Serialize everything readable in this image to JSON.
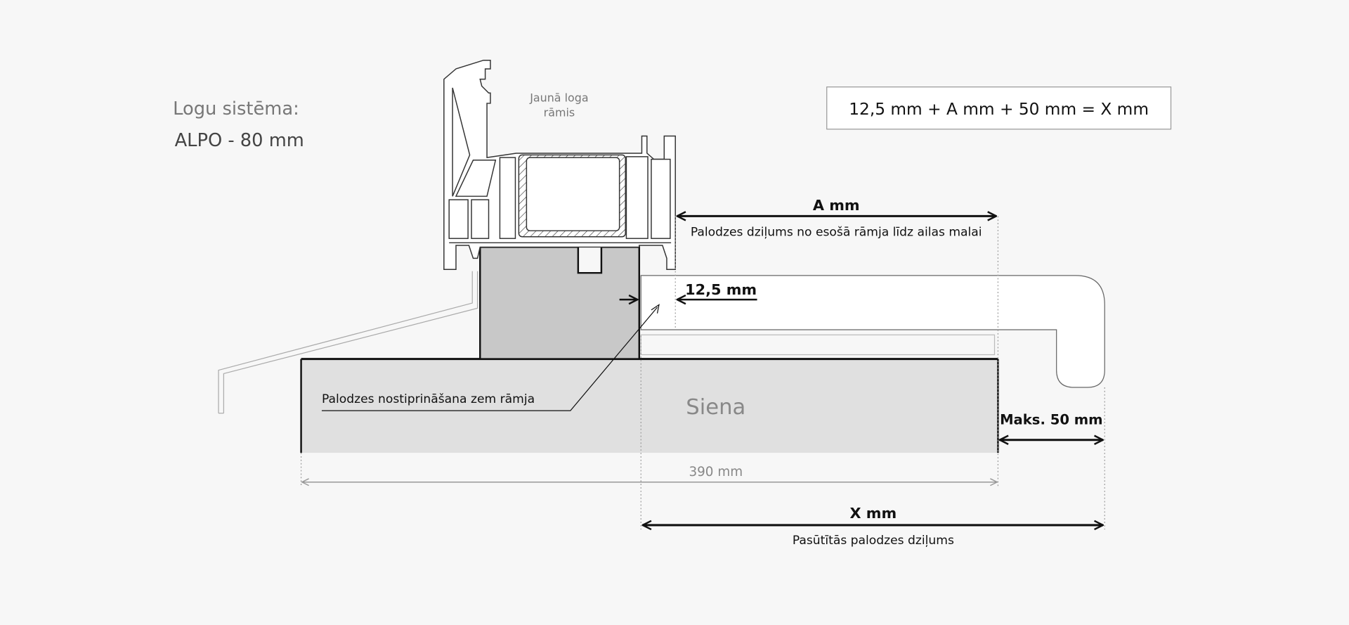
{
  "window_system": {
    "label": "Logu sistēma:",
    "value": "ALPO - 80 mm"
  },
  "formula": "12,5 mm + A mm + 50 mm = X mm",
  "frame_label": [
    "Jaunā loga",
    "rāmis"
  ],
  "dimensions": {
    "a": {
      "label": "A mm",
      "caption": "Palodzes dziļums no esošā rāmja līdz ailas malai"
    },
    "offset": {
      "label": "12,5 mm"
    },
    "wall_depth": {
      "label": "390 mm"
    },
    "overhang": {
      "label": "Maks. 50 mm"
    },
    "x": {
      "label": "X mm",
      "caption": "Pasūtītās palodzes dziļums"
    }
  },
  "fixing_note": "Palodzes nostiprināšana zem rāmja",
  "wall_label": "Siena",
  "colors": {
    "background": "#f7f7f7",
    "wall": "#e0e0e0",
    "support_block": "#c8c8c8",
    "line": "#111111",
    "muted_text": "#808080"
  }
}
